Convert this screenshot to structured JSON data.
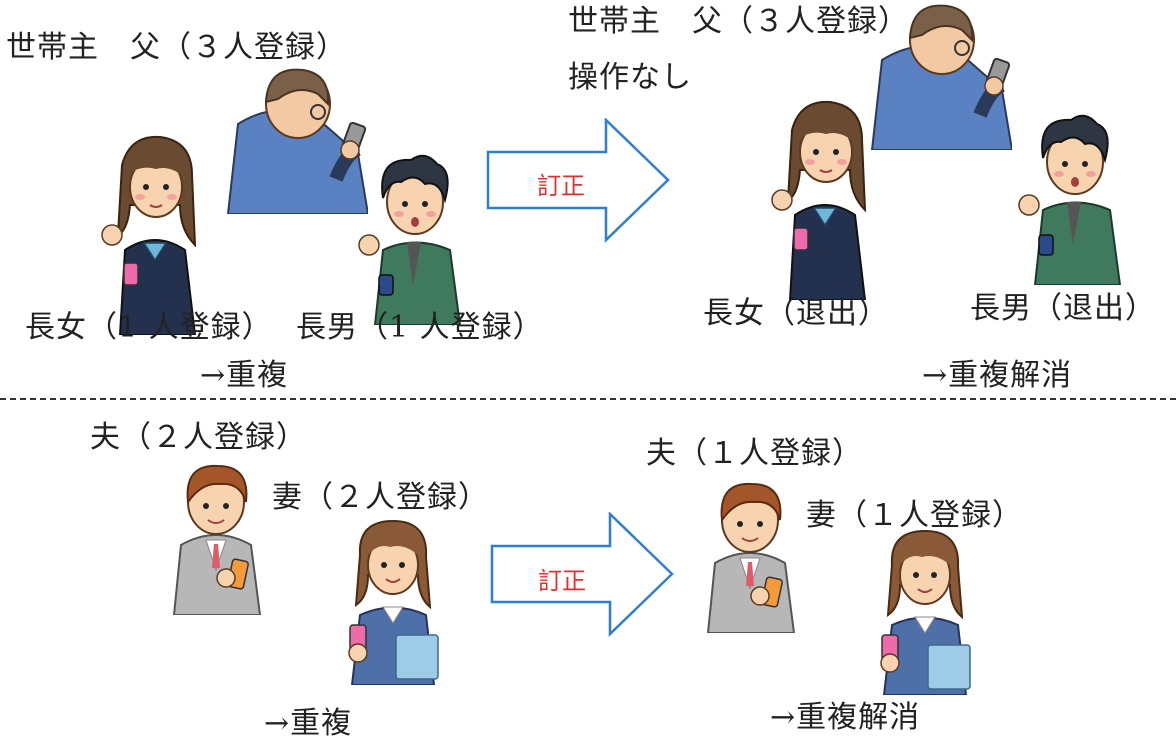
{
  "top": {
    "before": {
      "father_label": "世帯主　父（３人登録）",
      "daughter_label": "長女（1 人登録）",
      "son_label": "長男（1 人登録）",
      "result": "→重複"
    },
    "arrow_label": "訂正",
    "after": {
      "father_label": "世帯主　父（３人登録）",
      "father_note": "操作なし",
      "daughter_label": "長女（退出）",
      "son_label": "長男（退出）",
      "result": "→重複解消"
    }
  },
  "bottom": {
    "before": {
      "husband_label": "夫（２人登録）",
      "wife_label": "妻（２人登録）",
      "result": "→重複"
    },
    "arrow_label": "訂正",
    "after": {
      "husband_label": "夫（１人登録）",
      "wife_label": "妻（１人登録）",
      "result": "→重複解消"
    }
  },
  "colors": {
    "arrow_stroke": "#2f7fd0",
    "arrow_text": "#e03030",
    "father_jacket": "#5a82c2",
    "daughter_uniform": "#23304e",
    "son_hoodie": "#3f7a5e",
    "husband_suit": "#b7b7b7",
    "wife_jacket": "#4f6fa8"
  }
}
